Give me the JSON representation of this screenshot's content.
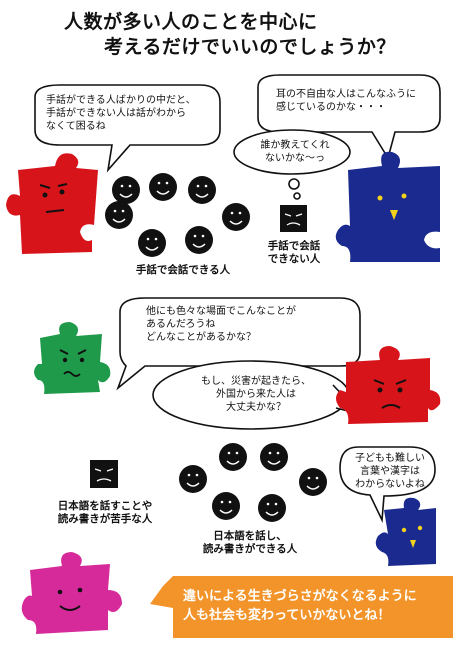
{
  "title": {
    "line1": "人数が多い人のことを中心に",
    "line2": "考えるだけでいいのでしょうか？"
  },
  "bubbles": {
    "b1": [
      "手話ができる人ばかりの中だと、",
      "手話ができない人は話がわから",
      "なくて困るね"
    ],
    "b2": [
      "耳の不自由な人はこんなふうに",
      "感じているのかな・・・"
    ],
    "b3": [
      "誰か教えてくれ",
      "ないかな～っ"
    ],
    "b4": [
      "他にも色々な場面でこんなことが",
      "あるんだろうね",
      "どんなことがあるかな？"
    ],
    "b5": [
      "もし、災害が起きたら、",
      "外国から来た人は",
      "大丈夫かな？"
    ],
    "b6": [
      "子どもも難しい",
      "言葉や漢字は",
      "わからないよね"
    ]
  },
  "labels": {
    "sign_group": "手話で会話できる人",
    "no_sign": [
      "手話で会話",
      "できない人"
    ],
    "jp_hard": [
      "日本語を話すことや",
      "読み書きが苦手な人"
    ],
    "jp_ok": [
      "日本語を話し、",
      "読み書きができる人"
    ]
  },
  "banner": {
    "line1": "違いによる生きづらさがなくなるように",
    "line2": "人も社会も変わっていかないとね！"
  },
  "colors": {
    "red": "#d8141b",
    "blue": "#1b2a8f",
    "green": "#1f9a4a",
    "magenta": "#d62a9a",
    "orange": "#f2942a",
    "black": "#111111"
  }
}
